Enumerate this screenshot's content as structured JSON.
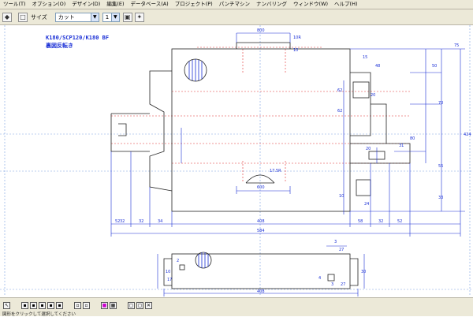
{
  "menu": {
    "items": [
      "ツール(T)",
      "オプション(O)",
      "デザイン(D)",
      "編集(E)",
      "データベース(A)",
      "プロジェクト(P)",
      "パンチマシン",
      "ナンバリング",
      "ウィンドウ(W)",
      "ヘルプ(H)"
    ]
  },
  "toolbar": {
    "size_label": "サイズ",
    "cut_combo": "カット",
    "num_combo": "1"
  },
  "drawing": {
    "title_line1": "K180/SCP120/K180 BF",
    "title_line2": "裏図反転き",
    "dims": {
      "d800_top": "800",
      "r10": "10R",
      "r10b": "10",
      "d15": "15",
      "d75": "75",
      "d48": "48",
      "d50": "50",
      "d424": "424",
      "d20a": "20",
      "d62a": "62",
      "d70": "70",
      "d80": "80",
      "d62b": "62",
      "d24": "24",
      "d20b": "20",
      "d31": "31",
      "d10": "10",
      "d55": "55",
      "d33": "33",
      "d175r": "17.5R",
      "d600": "600",
      "d32a": "32",
      "d32b": "32",
      "d34": "34",
      "d408": "408",
      "d58": "58",
      "d32c": "32",
      "d52a": "52",
      "d52b": "52",
      "d584": "584",
      "d3": "3",
      "d27": "27",
      "d2": "2",
      "d10b": "10",
      "d17": "17",
      "d30": "30",
      "d4": "4",
      "d408b": "408",
      "d3b": "3",
      "d27b": "27"
    }
  },
  "statusbar": {
    "text": "図形をクリックして選択してください"
  }
}
